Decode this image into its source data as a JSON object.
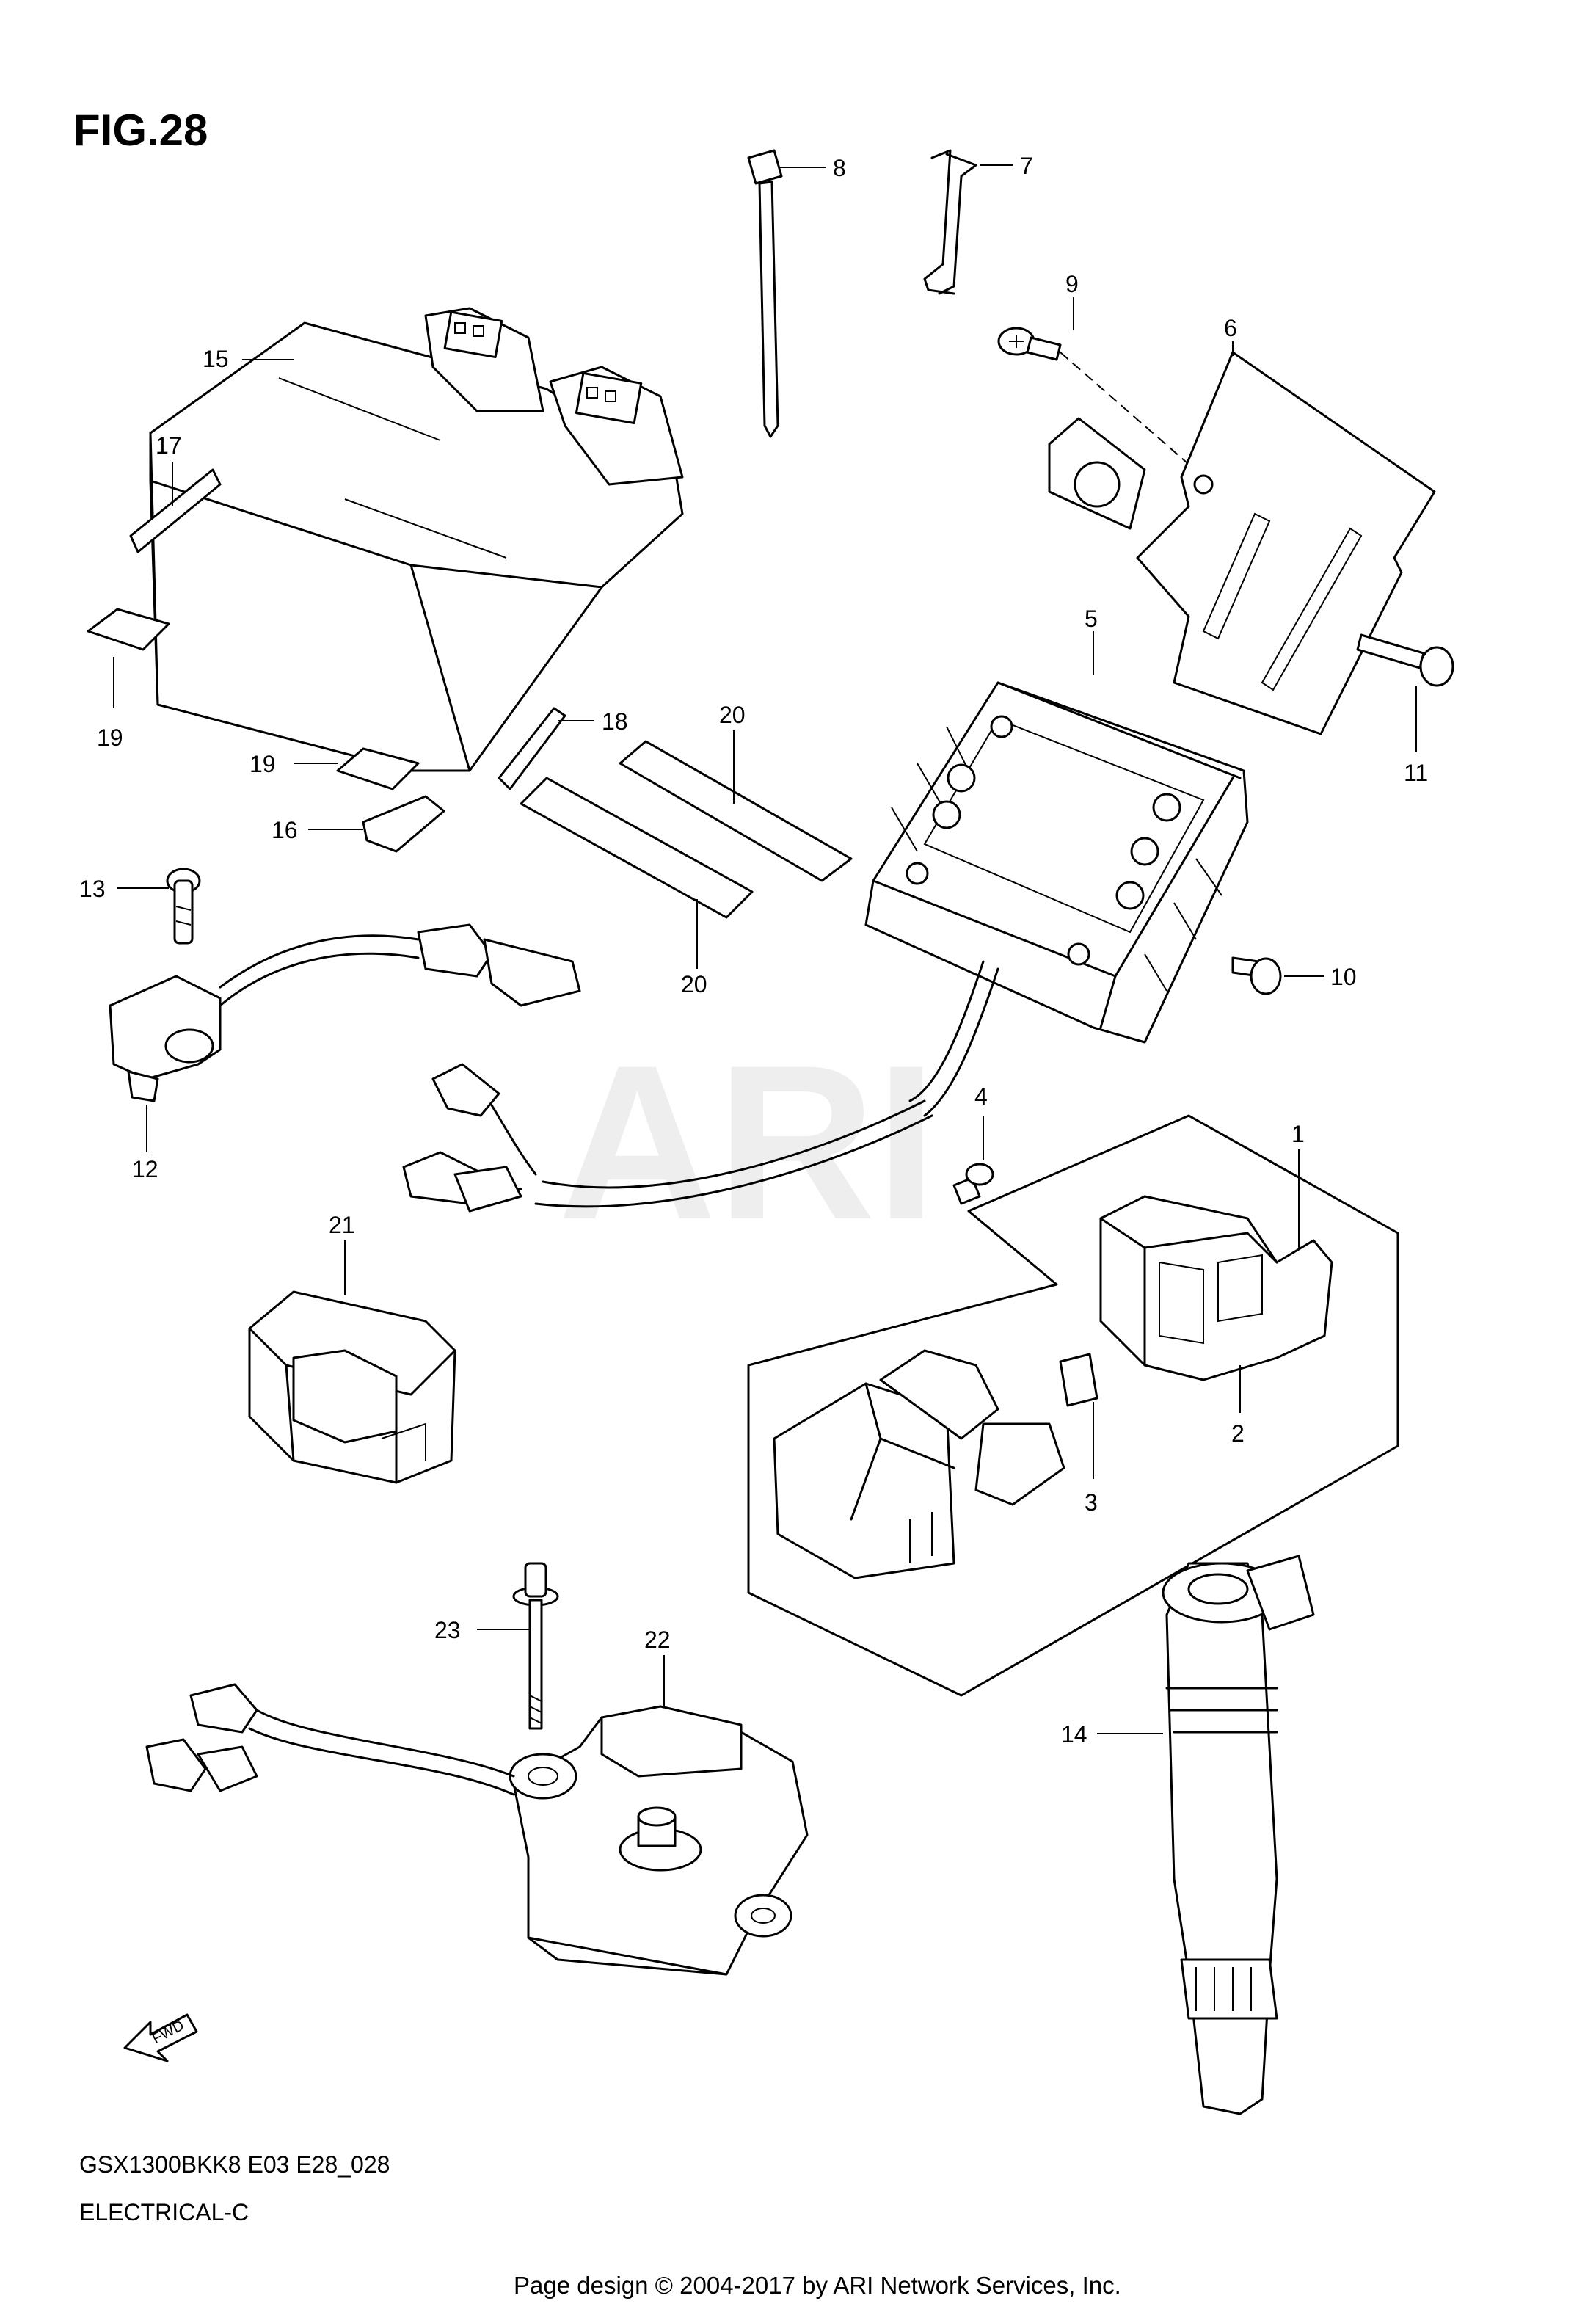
{
  "figure": {
    "title": "FIG.28"
  },
  "watermark": "ARI",
  "callouts": {
    "c1": "1",
    "c2": "2",
    "c3": "3",
    "c4": "4",
    "c5": "5",
    "c6": "6",
    "c7": "7",
    "c8": "8",
    "c9": "9",
    "c10": "10",
    "c11": "11",
    "c12": "12",
    "c13": "13",
    "c14": "14",
    "c15": "15",
    "c16": "16",
    "c17": "17",
    "c18": "18",
    "c19a": "19",
    "c19b": "19",
    "c20a": "20",
    "c20b": "20",
    "c21": "21",
    "c22": "22",
    "c23": "23"
  },
  "fwd_label": "FWD",
  "footer": {
    "model": "GSX1300BKK8 E03 E28_028",
    "section": "ELECTRICAL-C",
    "credit": "Page design © 2004-2017 by ARI Network Services, Inc."
  }
}
